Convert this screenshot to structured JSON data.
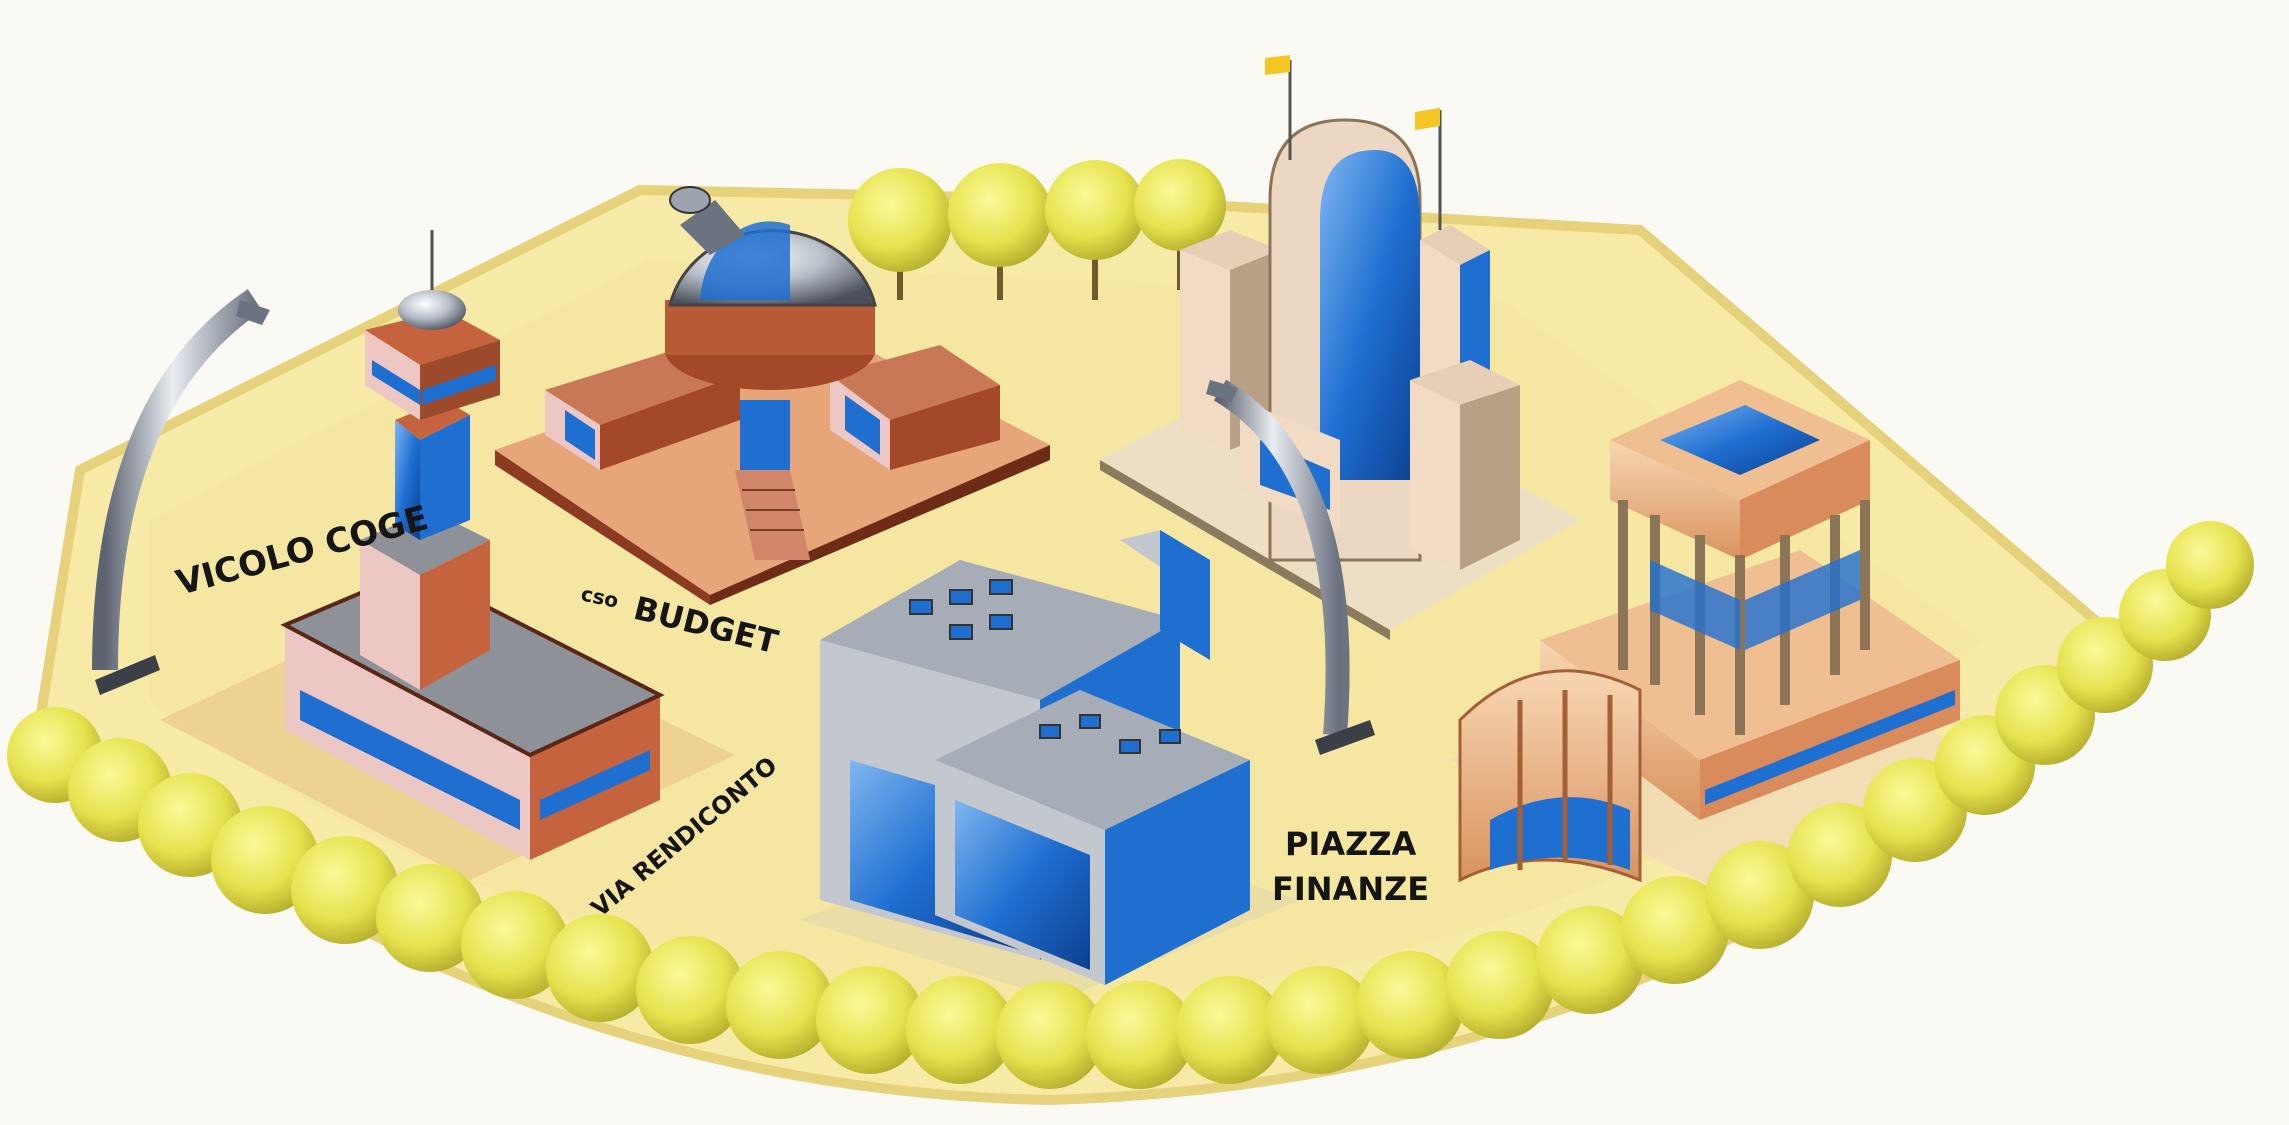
{
  "labels": {
    "vicolo": "VICOLO COGE",
    "corso_prefix": "cso",
    "corso_name": "BUDGET",
    "via": "VIA RENDICONTO",
    "piazza_line1": "PIAZZA",
    "piazza_line2": "FINANZE"
  },
  "colors": {
    "ground": "#f7eaa6",
    "ground_edge": "#e6d27a",
    "trees": "#e6e24e",
    "glass": "#1f6fd1",
    "brick": "#c4633d",
    "concrete": "#b9bec6",
    "peach": "#efbf92"
  },
  "icons": {
    "tree": "tree-icon",
    "flag": "flag-icon",
    "street_lamp": "street-lamp-icon"
  }
}
